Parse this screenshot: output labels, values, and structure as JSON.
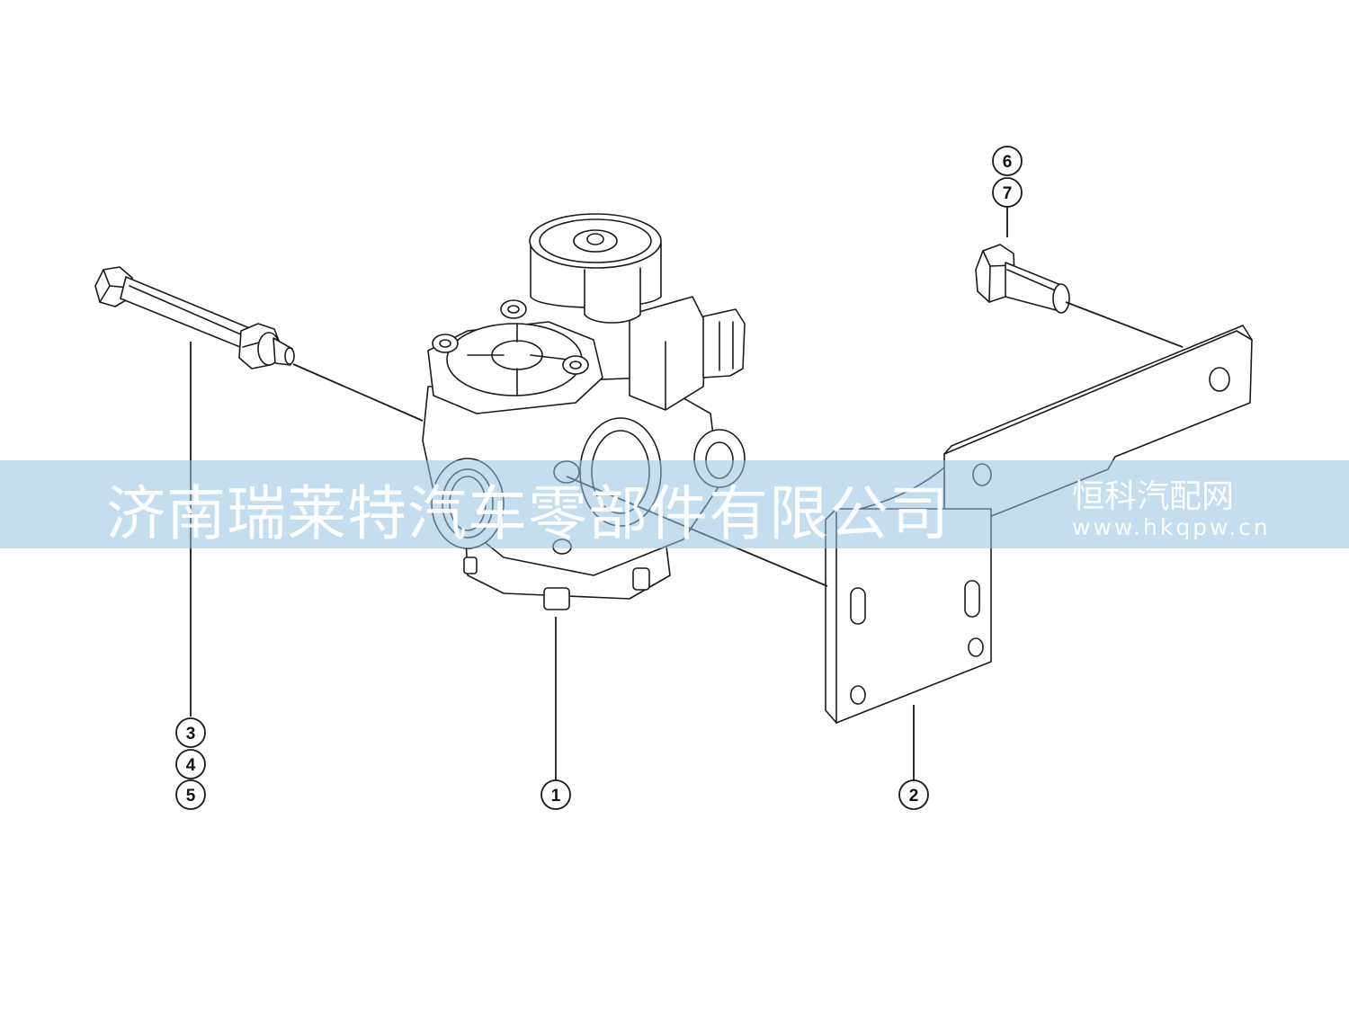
{
  "callouts": {
    "c1": "1",
    "c2": "2",
    "c3": "3",
    "c4": "4",
    "c5": "5",
    "c6": "6",
    "c7": "7"
  },
  "watermark": {
    "company": "济南瑞莱特汽车零部件有限公司",
    "site_name": "恒科汽配网",
    "url": "www.hkqpw.cn"
  },
  "icons": [
    "valve-assembly-drawing",
    "mounting-bracket-drawing",
    "long-bolt-drawing",
    "flange-bolt-drawing"
  ]
}
